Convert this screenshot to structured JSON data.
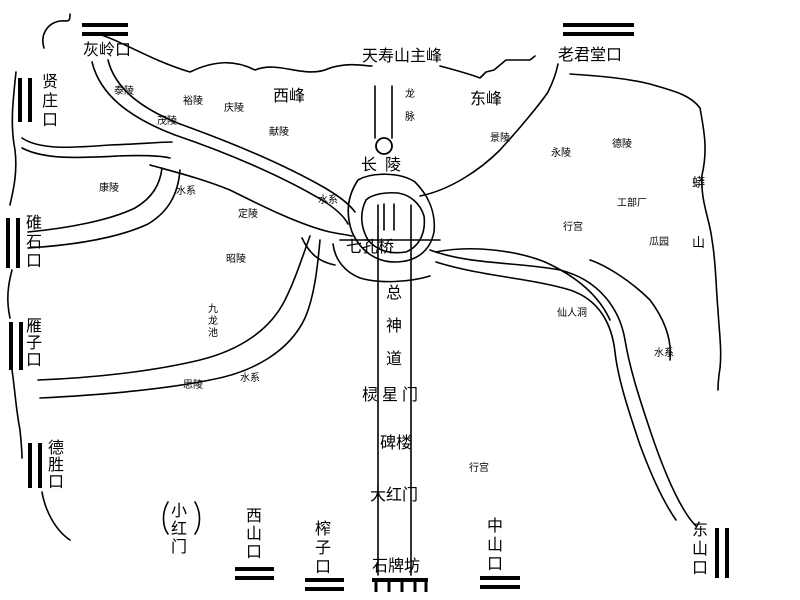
{
  "gates": {
    "huiling": "灰岭口",
    "laojuntang": "老君堂口",
    "xianzhuang": "贤庄口",
    "zhuishi": "碓石口",
    "yanzi": "雁子口",
    "desheng": "德胜口",
    "dongshan": "东山口",
    "xishan": "西山口",
    "zhazi": "榨子口",
    "zhongshan": "中山口",
    "xiaohongmen": "小红门"
  },
  "peaks": {
    "main": "天寿山主峰",
    "west": "西峰",
    "east": "东峰",
    "mang_mountain": "蟒山",
    "longmai": "龙脉"
  },
  "tombs": {
    "changling": "长陵",
    "tailing": "泰陵",
    "yuling": "裕陵",
    "qingling": "庆陵",
    "maoling": "茂陵",
    "xianling": "献陵",
    "jingling": "景陵",
    "yongling": "永陵",
    "deling": "德陵",
    "kangling": "康陵",
    "dingling": "定陵",
    "zhaoling": "昭陵",
    "siling": "思陵"
  },
  "sites": {
    "qikongqiao": "七孔桥",
    "shendao": "总神道",
    "lingxingmen": "棂星门",
    "beilou": "碑楼",
    "dahongmen": "大红门",
    "shipaifang": "石牌坊",
    "xinggong": "行宫",
    "gongbu": "工部厂",
    "guayuan": "瓜园",
    "xianrendong": "仙人洞",
    "jiulongchi": "九龙池"
  },
  "water": "水系"
}
